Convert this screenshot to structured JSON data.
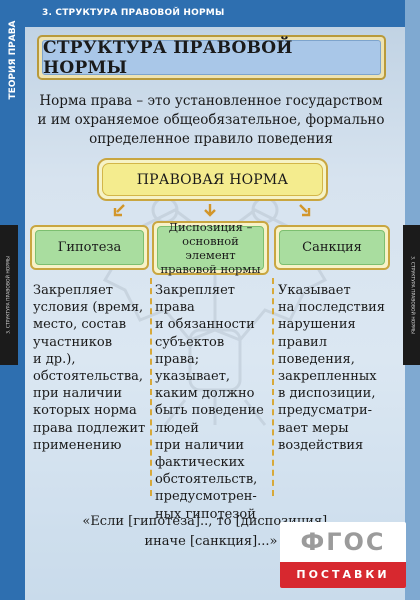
{
  "side_label": "ТЕОРИЯ ПРАВА",
  "left_tab_label": "3. СТРУКТУРА ПРАВОВОЙ НОРМЫ",
  "right_tab_label": "3. СТРУКТУРА ПРАВОВОЙ НОРМЫ",
  "section_title": "3. СТРУКТУРА ПРАВОВОЙ НОРМЫ",
  "main_title": "СТРУКТУРА ПРАВОВОЙ НОРМЫ",
  "definition": {
    "line1": "Норма права – это установленное государством",
    "line2": "и им охраняемое общеобязательное, формально",
    "line3": "определенное правило поведения"
  },
  "center_box": "ПРАВОВАЯ НОРМА",
  "columns": [
    {
      "heading": [
        "Гипотеза"
      ],
      "body": [
        "Закрепляет",
        "условия (время,",
        "место, состав",
        "участников",
        "и др.),",
        "обстоятельства,",
        "при наличии",
        "которых норма",
        "права подлежит",
        "применению"
      ]
    },
    {
      "heading": [
        "Диспозиция –",
        "основной элемент",
        "правовой нормы"
      ],
      "body": [
        "Закрепляет",
        "права",
        "и обязанности",
        "субъектов права;",
        "указывает,",
        "каким должно",
        "быть поведение",
        "людей",
        "при наличии",
        "фактических",
        "обстоятельств,",
        "предусмотрен-",
        "ных гипотезой"
      ]
    },
    {
      "heading": [
        "Санкция"
      ],
      "body": [
        "Указывает",
        "на последствия",
        "нарушения",
        "правил",
        "поведения,",
        "закрепленных",
        "в диспозиции,",
        "предусматри-",
        "вает меры",
        "воздействия"
      ]
    }
  ],
  "formula": {
    "line1": "«Если [гипотеза].., то [диспозиция]..,",
    "line2": "иначе [санкция]...»"
  },
  "badge": {
    "title": "ФГОС",
    "subtitle": "ПОСТАВКИ"
  },
  "colors": {
    "accent_blue": "#2e6fb0",
    "gold_border": "#c9a640",
    "green_header": "#a9dd9f",
    "yellow_box": "#f4ec8e",
    "badge_red": "#d7282f"
  }
}
